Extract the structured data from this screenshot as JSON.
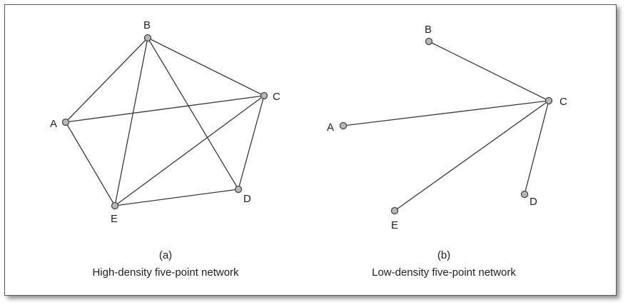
{
  "panels": [
    {
      "id": "a",
      "caption_tag": "(a)",
      "caption_title": "High-density five-point network",
      "nodes": [
        "A",
        "B",
        "C",
        "D",
        "E"
      ],
      "edges": [
        [
          "A",
          "B"
        ],
        [
          "A",
          "C"
        ],
        [
          "A",
          "E"
        ],
        [
          "B",
          "C"
        ],
        [
          "B",
          "D"
        ],
        [
          "B",
          "E"
        ],
        [
          "C",
          "D"
        ],
        [
          "C",
          "E"
        ],
        [
          "D",
          "E"
        ]
      ]
    },
    {
      "id": "b",
      "caption_tag": "(b)",
      "caption_title": "Low-density five-point network",
      "nodes": [
        "A",
        "B",
        "C",
        "D",
        "E"
      ],
      "edges": [
        [
          "C",
          "B"
        ],
        [
          "C",
          "A"
        ],
        [
          "C",
          "E"
        ],
        [
          "C",
          "D"
        ]
      ]
    }
  ]
}
